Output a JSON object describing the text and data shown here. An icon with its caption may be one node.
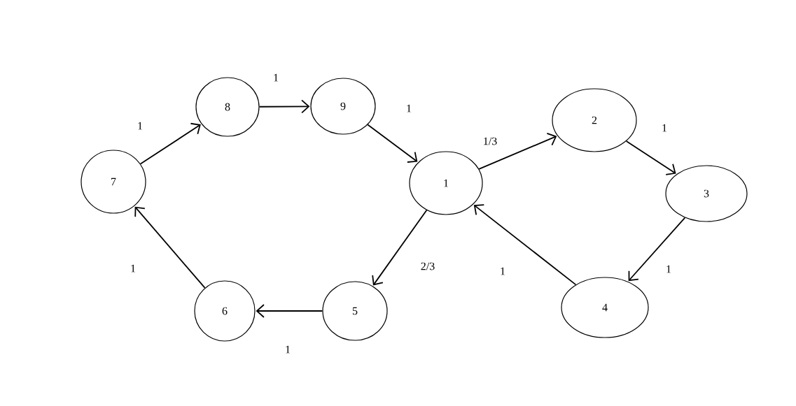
{
  "diagram": {
    "nodes": [
      {
        "text": [
          "1"
        ]
      },
      {
        "text": [
          "2"
        ]
      },
      {
        "text": [
          "3"
        ]
      },
      {
        "text": [
          "4"
        ]
      },
      {
        "text": [
          "5"
        ]
      },
      {
        "text": [
          "6"
        ]
      },
      {
        "text": [
          "7"
        ]
      },
      {
        "text": [
          "8"
        ]
      },
      {
        "text": [
          "9"
        ]
      }
    ],
    "edges": [
      {
        "from": 0,
        "to": 1,
        "arrow": "to",
        "label": "1/3"
      },
      {
        "from": 1,
        "to": 2,
        "arrow": "to",
        "label": "1"
      },
      {
        "from": 2,
        "to": 3,
        "arrow": "to",
        "label": "1"
      },
      {
        "from": 3,
        "to": 0,
        "arrow": "to",
        "label": "1"
      },
      {
        "from": 0,
        "to": 4,
        "arrow": "to",
        "label": "2/3"
      },
      {
        "from": 4,
        "to": 5,
        "arrow": "to",
        "label": "1"
      },
      {
        "from": 5,
        "to": 6,
        "arrow": "to",
        "label": "1"
      },
      {
        "from": 6,
        "to": 7,
        "arrow": "to",
        "label": "1"
      },
      {
        "from": 7,
        "to": 8,
        "arrow": "to",
        "label": "1"
      },
      {
        "from": 8,
        "to": 0,
        "arrow": "to",
        "label": "1"
      }
    ]
  }
}
